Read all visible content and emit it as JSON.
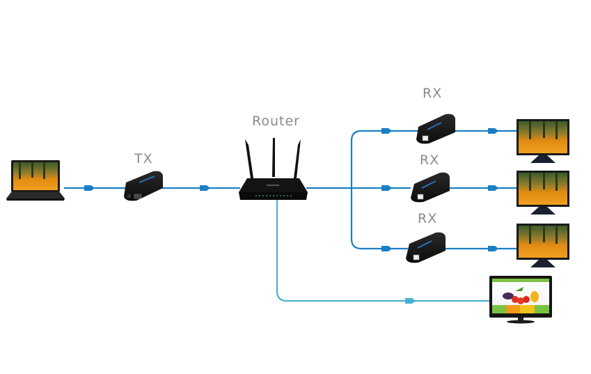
{
  "diagram": {
    "title": "HDMI over IP extender network topology",
    "nodes": {
      "laptop": {
        "label": "",
        "type": "laptop-source"
      },
      "tx": {
        "label": "TX",
        "type": "transmitter"
      },
      "router": {
        "label": "Router",
        "type": "router"
      },
      "rx1": {
        "label": "RX",
        "type": "receiver"
      },
      "rx2": {
        "label": "RX",
        "type": "receiver"
      },
      "rx3": {
        "label": "RX",
        "type": "receiver"
      },
      "monitor1": {
        "label": "",
        "type": "display"
      },
      "monitor2": {
        "label": "",
        "type": "display"
      },
      "monitor3": {
        "label": "",
        "type": "display"
      },
      "pc_monitor": {
        "label": "",
        "type": "computer-display"
      }
    },
    "edges": [
      {
        "from": "laptop",
        "to": "tx"
      },
      {
        "from": "tx",
        "to": "router"
      },
      {
        "from": "router",
        "to": "rx1"
      },
      {
        "from": "router",
        "to": "rx2"
      },
      {
        "from": "router",
        "to": "rx3"
      },
      {
        "from": "rx1",
        "to": "monitor1"
      },
      {
        "from": "rx2",
        "to": "monitor2"
      },
      {
        "from": "rx3",
        "to": "monitor3"
      },
      {
        "from": "router",
        "to": "pc_monitor"
      }
    ],
    "colors": {
      "line_primary": "#1a7fc4",
      "line_secondary": "#4ab0d0",
      "label_text": "#8a8a8a",
      "device_body": "#161616"
    }
  }
}
